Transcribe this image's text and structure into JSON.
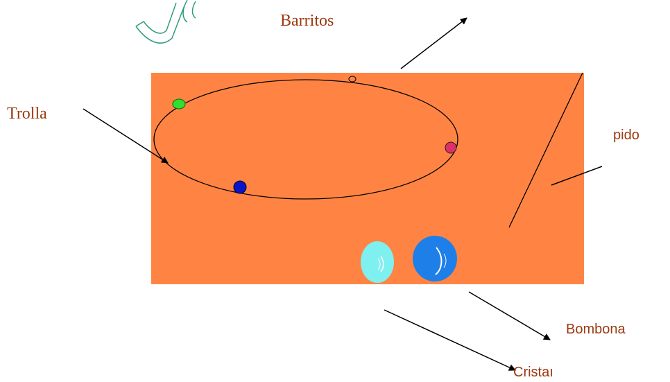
{
  "colors": {
    "background": "#ffffff",
    "panel": "#FF8444",
    "label": "#9B3A10",
    "watermark": "#2E9B7E",
    "line": "#000000",
    "marble_green": "#2FE02F",
    "marble_pink": "#E0306A",
    "marble_blue": "#0A14C8",
    "bubble_light": "#7FF0F0",
    "bubble_dark": "#1E7FE8"
  },
  "labels": {
    "barritos": "Barritos",
    "trolla": "Trolla",
    "pido": "pido",
    "bombona": "Bombona",
    "cristal": "Cristaı"
  },
  "watermark": {
    "icon": "outlined-letters-watermark"
  }
}
